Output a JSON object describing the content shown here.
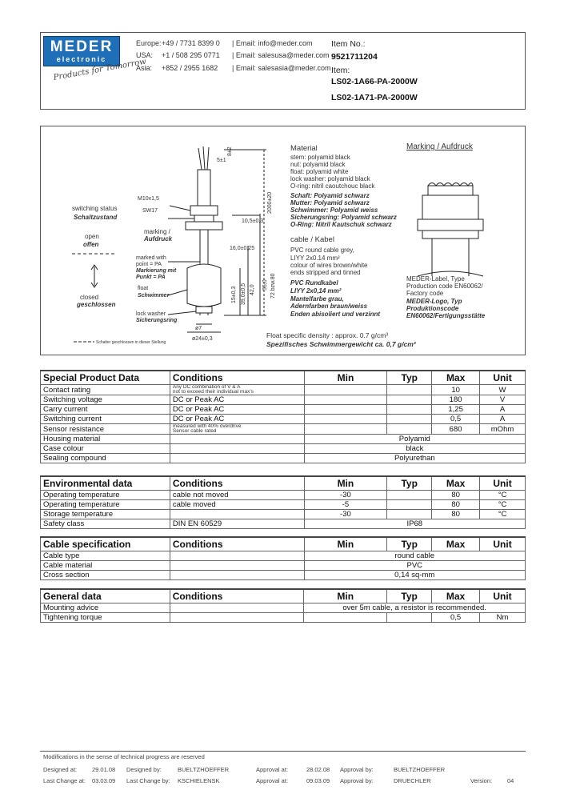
{
  "header": {
    "brand_line1": "MEDER",
    "brand_line2": "electronic",
    "slogan": "Products for Tomorrow",
    "contacts": [
      {
        "region": "Europe:",
        "phone": "+49 / 7731 8399 0",
        "email": "| Email: info@meder.com"
      },
      {
        "region": "USA:",
        "phone": "+1 / 508 295 0771",
        "email": "| Email: salesusa@meder.com"
      },
      {
        "region": "Asia:",
        "phone": "+852 / 2955 1682",
        "email": "| Email: salesasia@meder.com"
      }
    ],
    "item_no_label": "Item No.:",
    "item_no_value": "9521711204",
    "item_label": "Item:",
    "item_value_1": "LS02-1A66-PA-2000W",
    "item_value_2": "LS02-1A71-PA-2000W"
  },
  "drawing": {
    "dims": {
      "m10": "M10x1,5",
      "sw17": "SW17",
      "d16": "16,0±0,25",
      "d105": "10,5±0,3",
      "d15": "15±0,3",
      "d39": "39,0±0,5",
      "d42": "42,0",
      "d55": "55,0",
      "d72": "72 bzw.80",
      "d2000": "2000±20",
      "d5": "5±1",
      "d8": "8±2",
      "d7": "ø7",
      "d24": "ø24±0,3"
    },
    "labels": {
      "switching_status": "switching status",
      "schaltzustand": "Schaltzustand",
      "open": "open",
      "offen": "offen",
      "closed": "closed",
      "geschlossen": "geschlossen",
      "marking": "marking /",
      "aufdruck": "Aufdruck",
      "marked_with": "marked with",
      "point_pa": "point = PA",
      "markierung_mit": "Markierung mit",
      "punkt_pa": "Punkt = PA",
      "float": "float",
      "schwimmer": "Schwimmer",
      "lock_washer": "lock washer",
      "sicherungsring": "Sicherungsring",
      "note_small": "Schalter geschlossen in dieser Stellung"
    },
    "material": {
      "title": "Material",
      "en": [
        "stem: polyamid black",
        "nut: polyamid black",
        "float: polyamid white",
        "lock washer: polyamid black",
        "O-ring: nitril caoutchouc black"
      ],
      "de": [
        "Schaft: Polyamid schwarz",
        "Mutter: Polyamid schwarz",
        "Schwimmer: Polyamid weiss",
        "Sicherungsring: Polyamid schwarz",
        "O-Ring: Nitril Kautschuk schwarz"
      ]
    },
    "cable": {
      "title": "cable / Kabel",
      "en": [
        "PVC round cable grey,",
        "LIYY 2x0.14 mm²",
        "colour of wires brown/white",
        "ends stripped and tinned"
      ],
      "de": [
        "PVC Rundkabel",
        "LIYY 2x0,14 mm²",
        "Mantelfarbe grau,",
        "Adernfarben braun/weiss",
        "Enden abisoliert und verzinnt"
      ]
    },
    "marking": {
      "title": "Marking / Aufdruck",
      "en": [
        "MEDER-Label, Type",
        "Production code EN60062/",
        "Factory code"
      ],
      "de": [
        "MEDER-Logo, Typ",
        "Produktionscode",
        "EN60062/Fertigungsstätte"
      ]
    },
    "density_en": "Float specific density : approx. 0.7 g/cm³",
    "density_de": "Spezifisches Schwimmergewicht ca. 0,7 g/cm³"
  },
  "tables": [
    {
      "title": "Special Product Data",
      "rows": [
        {
          "name": "Contact rating",
          "cond": [
            "Any DC combination of V & A",
            "not to exceed their individual max's"
          ],
          "min": "",
          "typ": "",
          "max": "10",
          "unit": "W"
        },
        {
          "name": "Switching voltage",
          "cond": [
            "DC or Peak AC"
          ],
          "min": "",
          "typ": "",
          "max": "180",
          "unit": "V"
        },
        {
          "name": "Carry current",
          "cond": [
            "DC or Peak AC"
          ],
          "min": "",
          "typ": "",
          "max": "1,25",
          "unit": "A"
        },
        {
          "name": "Switching current",
          "cond": [
            "DC or Peak AC"
          ],
          "min": "",
          "typ": "",
          "max": "0,5",
          "unit": "A"
        },
        {
          "name": "Sensor resistance",
          "cond": [
            "measured with 40% overdrive",
            "Sensor cable rated"
          ],
          "min": "",
          "typ": "",
          "max": "680",
          "unit": "mOhm"
        },
        {
          "name": "Housing material",
          "span": "Polyamid"
        },
        {
          "name": "Case colour",
          "span": "black"
        },
        {
          "name": "Sealing compound",
          "span": "Polyurethan"
        }
      ]
    },
    {
      "title": "Environmental data",
      "rows": [
        {
          "name": "Operating temperature",
          "cond": [
            "cable not moved"
          ],
          "min": "-30",
          "typ": "",
          "max": "80",
          "unit": "°C"
        },
        {
          "name": "Operating temperature",
          "cond": [
            "cable moved"
          ],
          "min": "-5",
          "typ": "",
          "max": "80",
          "unit": "°C"
        },
        {
          "name": "Storage temperature",
          "cond": [
            ""
          ],
          "min": "-30",
          "typ": "",
          "max": "80",
          "unit": "°C"
        },
        {
          "name": "Safety class",
          "cond": [
            "DIN EN 60529"
          ],
          "span4": "IP68"
        }
      ]
    },
    {
      "title": "Cable specification",
      "rows": [
        {
          "name": "Cable type",
          "span": "round cable"
        },
        {
          "name": "Cable material",
          "span": "PVC"
        },
        {
          "name": "Cross section",
          "span": "0,14 sq-mm"
        }
      ]
    },
    {
      "title": "General data",
      "rows": [
        {
          "name": "Mounting advice",
          "span": "over 5m cable, a resistor is recommended."
        },
        {
          "name": "Tightening torque",
          "cond": [
            ""
          ],
          "min": "",
          "typ": "",
          "max": "0,5",
          "unit": "Nm"
        }
      ]
    }
  ],
  "col_heads": {
    "conditions": "Conditions",
    "min": "Min",
    "typ": "Typ",
    "max": "Max",
    "unit": "Unit"
  },
  "footer": {
    "note": "Modifications in the sense of technical progress are reserved",
    "designed_at_label": "Designed at:",
    "designed_at": "29.01.08",
    "designed_by_label": "Designed by:",
    "designed_by": "BUELTZHOEFFER",
    "approval_at_label": "Approval at:",
    "approval_at": "28.02.08",
    "approval_by_label": "Approval by:",
    "approval_by": "BUELTZHOEFFER",
    "last_change_at_label": "Last Change at:",
    "last_change_at": "03.03.09",
    "last_change_by_label": "Last Change by:",
    "last_change_by": "KSCHIELENSK",
    "approval2_at_label": "Approval at:",
    "approval2_at": "09.03.09",
    "approval2_by_label": "Approval by:",
    "approval2_by": "DRUECHLER",
    "version_label": "Version:",
    "version": "04"
  }
}
